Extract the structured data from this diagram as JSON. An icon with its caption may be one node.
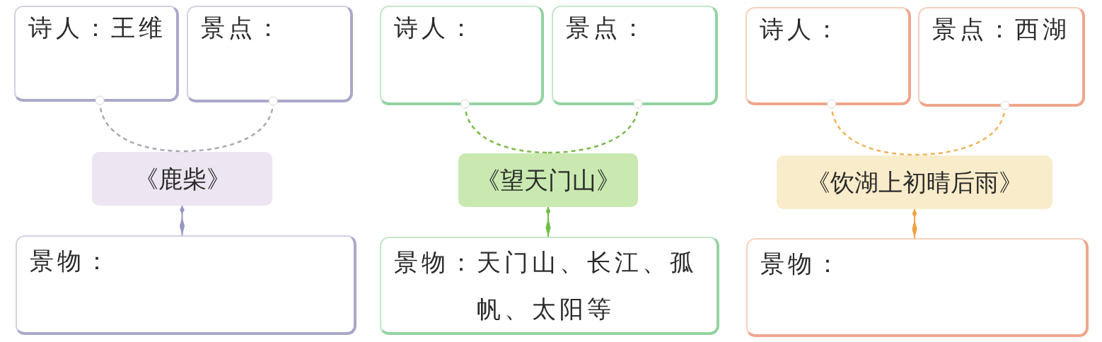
{
  "diagram": {
    "nodes": [
      {
        "text": [
          "诗人：王维"
        ]
      },
      {
        "text": [
          "景点："
        ]
      },
      {
        "text": [
          "《鹿柴》"
        ]
      },
      {
        "text": [
          "景物："
        ]
      },
      {
        "text": [
          "诗人："
        ]
      },
      {
        "text": [
          "景点："
        ]
      },
      {
        "text": [
          "《望天门山》"
        ]
      },
      {
        "text": [
          "景物：天门山、长江、孤帆、太阳等"
        ]
      },
      {
        "text": [
          "诗人："
        ]
      },
      {
        "text": [
          "景点：西湖"
        ]
      },
      {
        "text": [
          "《饮湖上初晴后雨》"
        ]
      },
      {
        "text": [
          "景物："
        ]
      }
    ],
    "edges": [
      {
        "from": 0,
        "to": 2,
        "arrow": "other",
        "style": "dashed",
        "color": "#a9a9b2"
      },
      {
        "from": 1,
        "to": 2,
        "arrow": "other",
        "style": "dashed",
        "color": "#a9a9b2"
      },
      {
        "from": 2,
        "to": 3,
        "arrow": "other",
        "color": "#9597c2"
      },
      {
        "from": 4,
        "to": 6,
        "arrow": "other",
        "style": "dashed",
        "color": "#7cb94a"
      },
      {
        "from": 5,
        "to": 6,
        "arrow": "other",
        "style": "dashed",
        "color": "#7cb94a"
      },
      {
        "from": 6,
        "to": 7,
        "arrow": "other",
        "color": "#6fbe45"
      },
      {
        "from": 8,
        "to": 10,
        "arrow": "other",
        "style": "dashed",
        "color": "#f0b45a"
      },
      {
        "from": 9,
        "to": 10,
        "arrow": "other",
        "style": "dashed",
        "color": "#f0b45a"
      },
      {
        "from": 10,
        "to": 11,
        "arrow": "other",
        "color": "#f0a040"
      }
    ]
  }
}
